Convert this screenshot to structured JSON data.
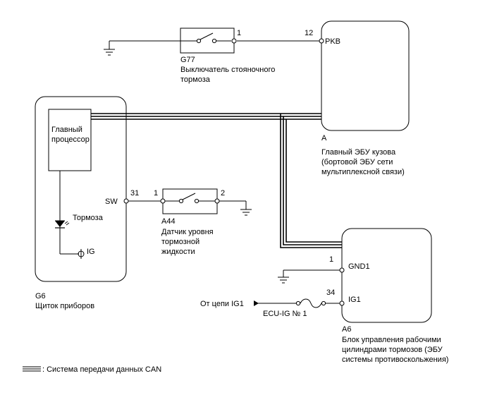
{
  "switch_g77": {
    "code": "G77",
    "name_line1": "Выключатель стояночного",
    "name_line2": "тормоза",
    "pin": "1"
  },
  "body_ecu": {
    "pin_number": "12",
    "pin_label": "PKB",
    "connector": "A",
    "name_line1": "Главный ЭБУ кузова",
    "name_line2": "(бортовой ЭБУ сети",
    "name_line3": "мультиплексной связи)"
  },
  "combination_meter": {
    "cpu_line1": "Главный",
    "cpu_line2": "процессор",
    "led_label": "Тормоза",
    "ig_label": "IG",
    "sw_label": "SW",
    "code": "G6",
    "name": "Щиток приборов"
  },
  "sensor_a44": {
    "pin_left": "31",
    "pin_a": "1",
    "pin_b": "2",
    "code": "A44",
    "name_line1": "Датчик уровня",
    "name_line2": "тормозной",
    "name_line3": "жидкости"
  },
  "brake_actuator": {
    "pin_gnd_num": "1",
    "pin_gnd_label": "GND1",
    "pin_ig_num": "34",
    "pin_ig_label": "IG1",
    "fuse": "ECU-IG № 1",
    "from_label": "От цепи IG1",
    "code": "A6",
    "name_line1": "Блок управления рабочими",
    "name_line2": "цилиндрами тормозов (ЭБУ",
    "name_line3": "системы противоскольжения)"
  },
  "legend": {
    "can_label": ": Система передачи данных CAN"
  }
}
